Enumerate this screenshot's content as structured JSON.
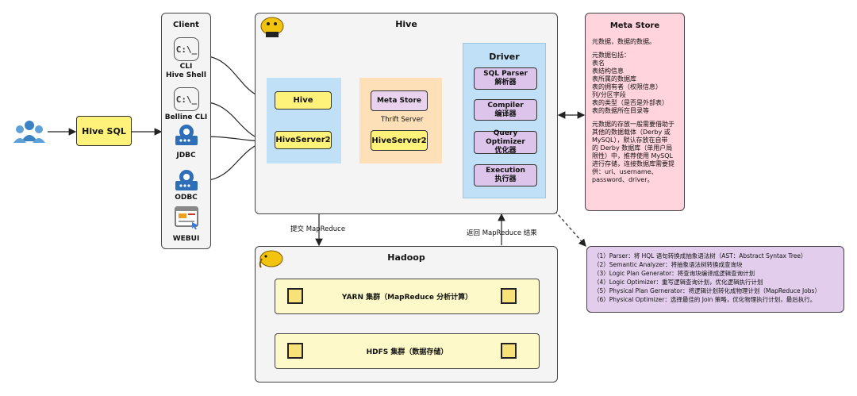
{
  "users": {
    "icon": "users-icon"
  },
  "hive_sql": {
    "label": "Hive SQL"
  },
  "client": {
    "title": "Client",
    "items": [
      {
        "icon": "terminal-icon",
        "glyph": "C:\\_",
        "label1": "CLI",
        "label2": "Hive Shell"
      },
      {
        "icon": "terminal-icon",
        "glyph": "C:\\_",
        "label1": "Belline CLI",
        "label2": ""
      },
      {
        "icon": "jdbc-gear-icon",
        "label1": "JDBC",
        "label2": ""
      },
      {
        "icon": "odbc-gear-icon",
        "label1": "ODBC",
        "label2": ""
      },
      {
        "icon": "webui-icon",
        "label1": "WEBUI",
        "label2": ""
      }
    ]
  },
  "hive": {
    "title": "Hive",
    "logo_icon": "hive-bee-icon",
    "boxes": {
      "hive": "Hive",
      "hiveserver2_left": "HiveServer2",
      "meta_store": "Meta Store",
      "thrift_server": "Thrift Server",
      "hiveserver2_mid": "HiveServer2"
    },
    "driver": {
      "title": "Driver",
      "steps": [
        {
          "en": "SQL Parser",
          "zh": "解析器"
        },
        {
          "en": "Compiler",
          "zh": "编译器"
        },
        {
          "en": "Query Optimizer",
          "zh": "优化器"
        },
        {
          "en": "Execution",
          "zh": "执行器"
        }
      ]
    }
  },
  "metastore": {
    "title": "Meta Store",
    "p1": "元数据，数据的数据。",
    "p2_lines": [
      "元数据包括：",
      "表名",
      "表结构信息",
      "表所属的数据库",
      "表的拥有者（权限信息）",
      "列/分区字段",
      "表的类型（是否是外部表）",
      "表的数据所在目录等"
    ],
    "p3_lines": [
      "元数据的存放一般需要借助于",
      "其他的数据载体（Derby 或",
      "MySQL），默认存放在自带",
      "的 Derby 数据库（单用户局",
      "限性）中，推荐使用 MySQL",
      "进行存储，连接数据库需要提",
      "供：uri、username、",
      "password、driver。"
    ]
  },
  "edges": {
    "submit": "提交 MapReduce",
    "return": "返回 MapReduce 结果"
  },
  "hadoop": {
    "title": "Hadoop",
    "logo_icon": "hadoop-elephant-icon",
    "rows": [
      {
        "label": "YARN 集群（MapReduce 分析计算）"
      },
      {
        "label": "HDFS 集群（数据存储）"
      }
    ]
  },
  "notes": {
    "lines": [
      "（1）Parser：将 HQL 语句转换成抽象语法树（AST：Abstract Syntax Tree）",
      "（2）Semantic Analyzer：将抽象语法树转换成查询块",
      "（3）Logic Plan Generator：将查询块编译成逻辑查询计划",
      "（4）Logic Optimizer：重写逻辑查询计划，优化逻辑执行计划",
      "（5）Physical Plan Gernerator：将逻辑计划转化成物理计划（MapReduce Jobs）",
      "（6）Physical Optimizer：选择最佳的 Join 策略，优化物理执行计划，最后执行。"
    ]
  },
  "colors": {
    "yellow": "#fff27a",
    "blue_panel": "#bfe0f7",
    "orange_panel": "#fde0b8",
    "pink": "#ffd4dc",
    "purple": "#e3cdec"
  }
}
